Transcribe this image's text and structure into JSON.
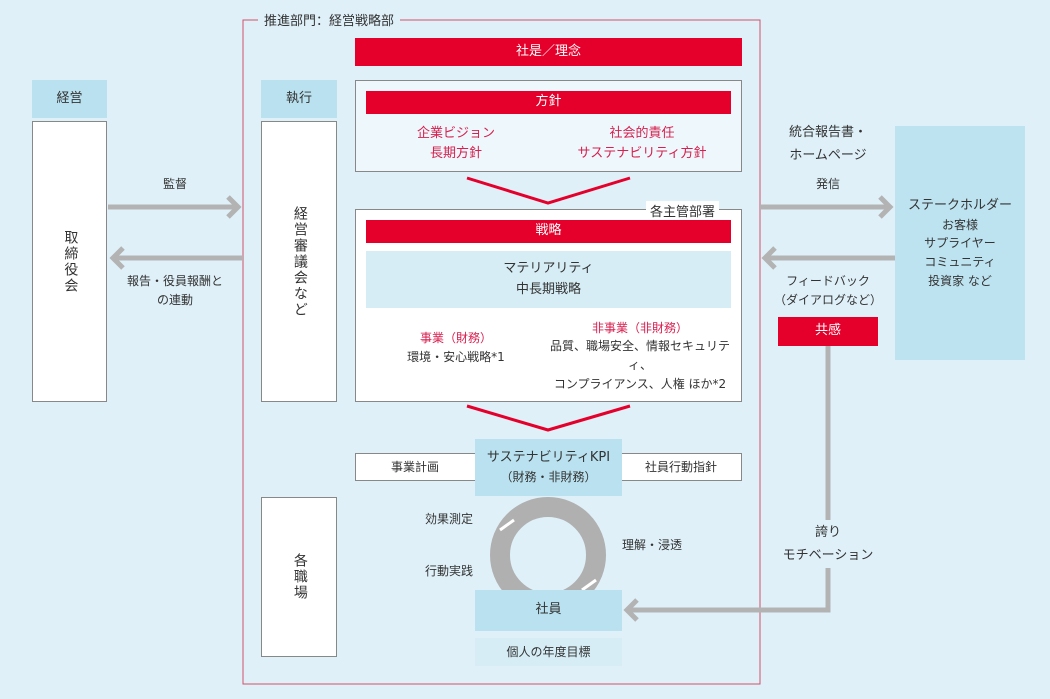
{
  "frame_label": "推進部門：経営戦略部",
  "philosophy": "社是／理念",
  "policy": {
    "title": "方針",
    "left": [
      "企業ビジョン",
      "長期方針"
    ],
    "right": [
      "社会的責任",
      "サステナビリティ方針"
    ]
  },
  "departments": {
    "label": "各主管部署",
    "strategy": "戦略",
    "materiality": [
      "マテリアリティ",
      "中長期戦略"
    ],
    "business": {
      "title": "事業（財務）",
      "text": "環境・安心戦略*1"
    },
    "non_business": {
      "title": "非事業（非財務）",
      "lines": [
        "品質、職場安全、情報セキュリティ、",
        "コンプライアンス、人権 ほか*2"
      ]
    }
  },
  "plan_bar": {
    "left": "事業計画",
    "right": "社員行動指針"
  },
  "kpi": [
    "サステナビリティKPI",
    "（財務・非財務）"
  ],
  "cycle": {
    "measure": "効果測定",
    "practice": "行動実践",
    "understand": "理解・浸透"
  },
  "employees": "社員",
  "personal_goal": "個人の年度目標",
  "management": {
    "header": "経営",
    "board": "取締役会"
  },
  "execution": {
    "header": "執行",
    "council": "経営審議会など",
    "workplace": "各職場"
  },
  "left_arrows": {
    "supervise": "監督",
    "report": [
      "報告・役員報酬と",
      "の連動"
    ]
  },
  "right_arrows": {
    "publish_media": [
      "統合報告書・",
      "ホームページ"
    ],
    "publish": "発信",
    "feedback": [
      "フィードバック",
      "（ダイアログなど）"
    ]
  },
  "empathy": "共感",
  "pride": [
    "誇り",
    "モチベーション"
  ],
  "stakeholders": {
    "title": "ステークホルダー",
    "items": [
      "お客様",
      "サプライヤー",
      "コミュニティ",
      "投資家 など"
    ]
  }
}
